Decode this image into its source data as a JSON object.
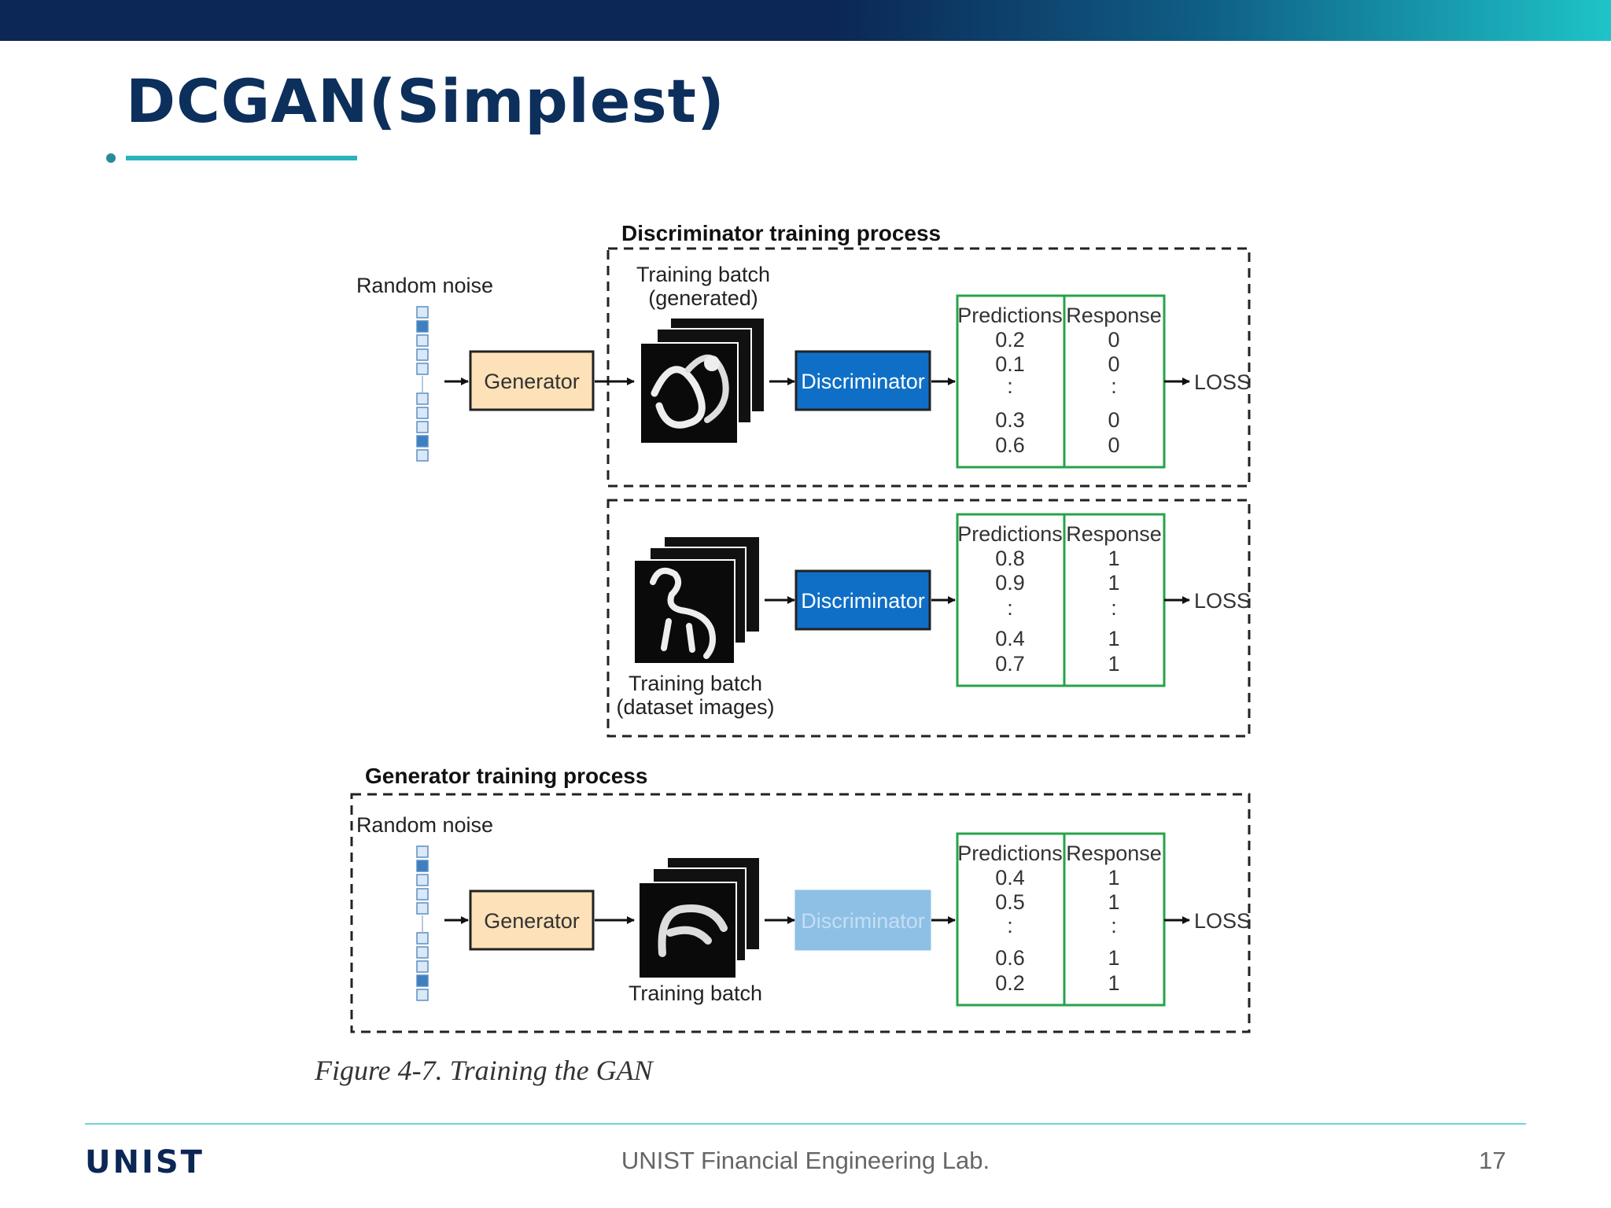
{
  "header": {
    "title": "DCGAN(Simplest)"
  },
  "colors": {
    "navy": "#0c2756",
    "teal": "#1ec4c8",
    "generator_fill": "#fde1b8",
    "discriminator_fill": "#0f6fc6",
    "discriminator_faded_fill": "#8ec0e6",
    "table_border": "#27a34a"
  },
  "diagram": {
    "disc_process_title": "Discriminator training process",
    "gen_process_title": "Generator training process",
    "random_noise_label": "Random noise",
    "generator_label": "Generator",
    "discriminator_label": "Discriminator",
    "loss_label": "LOSS",
    "predictions_header": "Predictions",
    "response_header": "Response",
    "batch_generated_line1": "Training batch",
    "batch_generated_line2": "(generated)",
    "batch_dataset_line1": "Training batch",
    "batch_dataset_line2": "(dataset images)",
    "batch_gen_label": "Training batch",
    "dots": ":",
    "tables": [
      {
        "predictions": [
          "0.2",
          "0.1",
          "0.3",
          "0.6"
        ],
        "responses": [
          "0",
          "0",
          "0",
          "0"
        ]
      },
      {
        "predictions": [
          "0.8",
          "0.9",
          "0.4",
          "0.7"
        ],
        "responses": [
          "1",
          "1",
          "1",
          "1"
        ]
      },
      {
        "predictions": [
          "0.4",
          "0.5",
          "0.6",
          "0.2"
        ],
        "responses": [
          "1",
          "1",
          "1",
          "1"
        ]
      }
    ],
    "noise_pattern": [
      false,
      true,
      false,
      false,
      false,
      false,
      false,
      false,
      true,
      false
    ]
  },
  "caption": "Figure 4-7. Training the GAN",
  "footer": {
    "logo_text": "UNIST",
    "lab_name": "UNIST Financial Engineering Lab.",
    "page_number": "17"
  }
}
